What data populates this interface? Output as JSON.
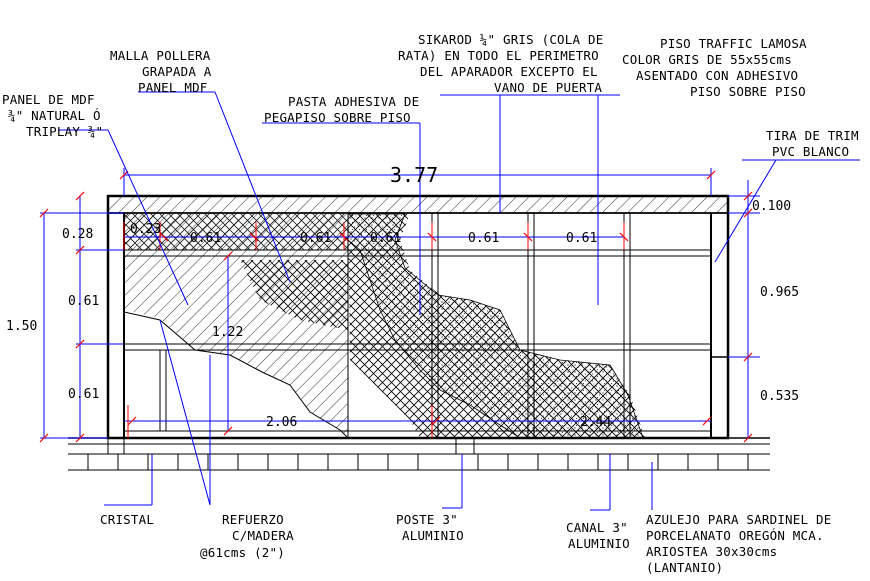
{
  "title": "",
  "labels": {
    "panel_mdf": [
      "PANEL DE MDF",
      "¾\" NATURAL Ó",
      "TRIPLAY ¾\""
    ],
    "malla": [
      "MALLA POLLERA",
      "GRAPADA A",
      "PANEL MDF"
    ],
    "pasta": [
      "PASTA ADHESIVA DE",
      "PEGAPISO SOBRE PISO"
    ],
    "sikarod": [
      "SIKAROD ¼\" GRIS (COLA DE",
      "RATA) EN TODO EL PERIMETRO",
      "DEL APARADOR EXCEPTO EL",
      "VANO DE PUERTA"
    ],
    "piso": [
      "PISO TRAFFIC LAMOSA",
      "COLOR GRIS DE 55x55cms",
      "ASENTADO CON ADHESIVO",
      "PISO SOBRE PISO"
    ],
    "tira": [
      "TIRA DE TRIM",
      "PVC BLANCO"
    ],
    "cristal": [
      "CRISTAL"
    ],
    "refuerzo": [
      "REFUERZO",
      "C/MADERA",
      "@61cms (2\")"
    ],
    "poste": [
      "POSTE 3\"",
      "ALUMINIO"
    ],
    "canal": [
      "CANAL 3\"",
      "ALUMINIO"
    ],
    "azulejo": [
      "AZULEJO PARA SARDINEL DE",
      "PORCELANATO OREGÓN MCA.",
      "ARIOSTEA 30x30cms",
      "(LANTANIO)"
    ]
  },
  "dimensions": {
    "overall_width": "3.77",
    "left_height": "1.50",
    "left_top": "0.28",
    "left_mid": "0.61",
    "left_bottom": "0.61",
    "top_first": "0.23",
    "top_segments": [
      "0.61",
      "0.61",
      "0.61",
      "0.61",
      "0.61"
    ],
    "inner_height": "1.22",
    "bottom_left": "2.06",
    "bottom_right": "2.44",
    "right_top": "0.100",
    "right_mid": "0.965",
    "right_bottom": "0.535"
  },
  "colors": {
    "leader": "#0000ff",
    "tick": "#ff0000",
    "line": "#000000"
  }
}
